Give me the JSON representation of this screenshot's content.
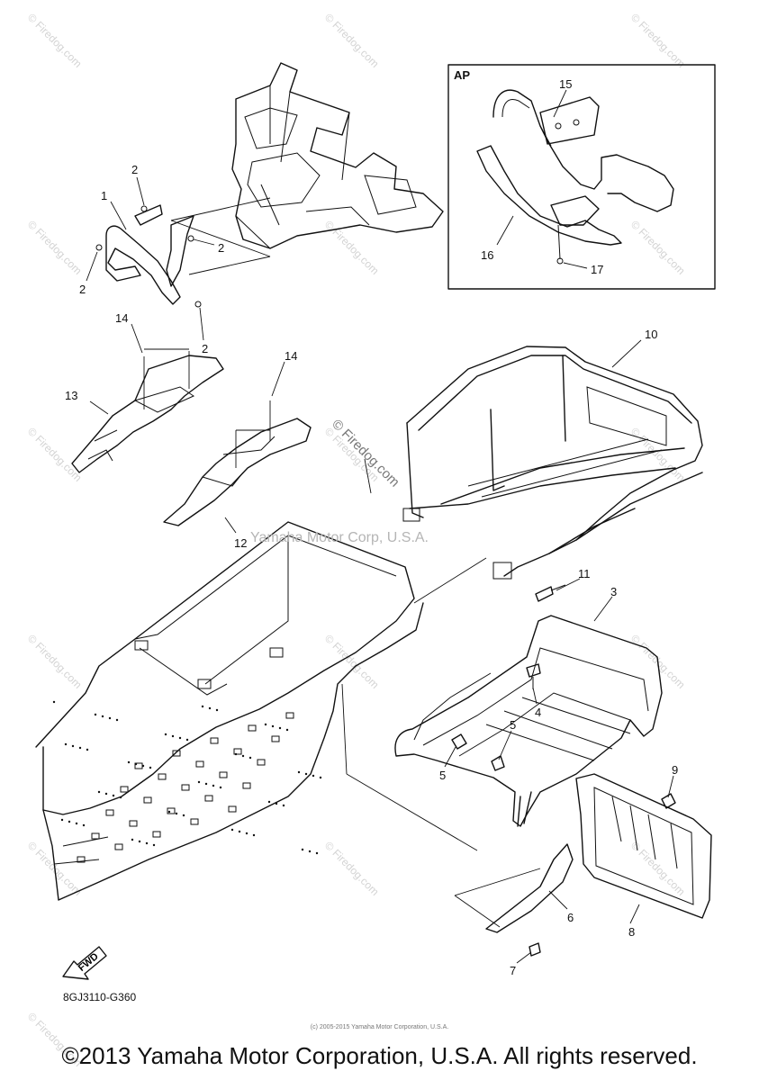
{
  "watermark": {
    "text": "© Firedog.com",
    "color": "#d4d4d4"
  },
  "inset": {
    "label": "AP"
  },
  "callouts": [
    {
      "id": "c1",
      "text": "1"
    },
    {
      "id": "c2a",
      "text": "2"
    },
    {
      "id": "c2b",
      "text": "2"
    },
    {
      "id": "c2c",
      "text": "2"
    },
    {
      "id": "c2d",
      "text": "2"
    },
    {
      "id": "c3",
      "text": "3"
    },
    {
      "id": "c4",
      "text": "4"
    },
    {
      "id": "c5a",
      "text": "5"
    },
    {
      "id": "c5b",
      "text": "5"
    },
    {
      "id": "c6",
      "text": "6"
    },
    {
      "id": "c7",
      "text": "7"
    },
    {
      "id": "c8",
      "text": "8"
    },
    {
      "id": "c9",
      "text": "9"
    },
    {
      "id": "c10",
      "text": "10"
    },
    {
      "id": "c11",
      "text": "11"
    },
    {
      "id": "c12",
      "text": "12"
    },
    {
      "id": "c13",
      "text": "13"
    },
    {
      "id": "c14a",
      "text": "14"
    },
    {
      "id": "c14b",
      "text": "14"
    },
    {
      "id": "c15",
      "text": "15"
    },
    {
      "id": "c16",
      "text": "16"
    },
    {
      "id": "c17",
      "text": "17"
    }
  ],
  "center_watermark": "© Firedog.com",
  "center_credit": "Yamaha Motor Corp, U.S.A.",
  "fwd_label": "FWD",
  "diagram_code": "8GJ3110-G360",
  "small_copyright": "(c) 2005-2015 Yamaha Motor Corporation, U.S.A.",
  "copyright": "©2013 Yamaha Motor Corporation, U.S.A. All rights reserved."
}
